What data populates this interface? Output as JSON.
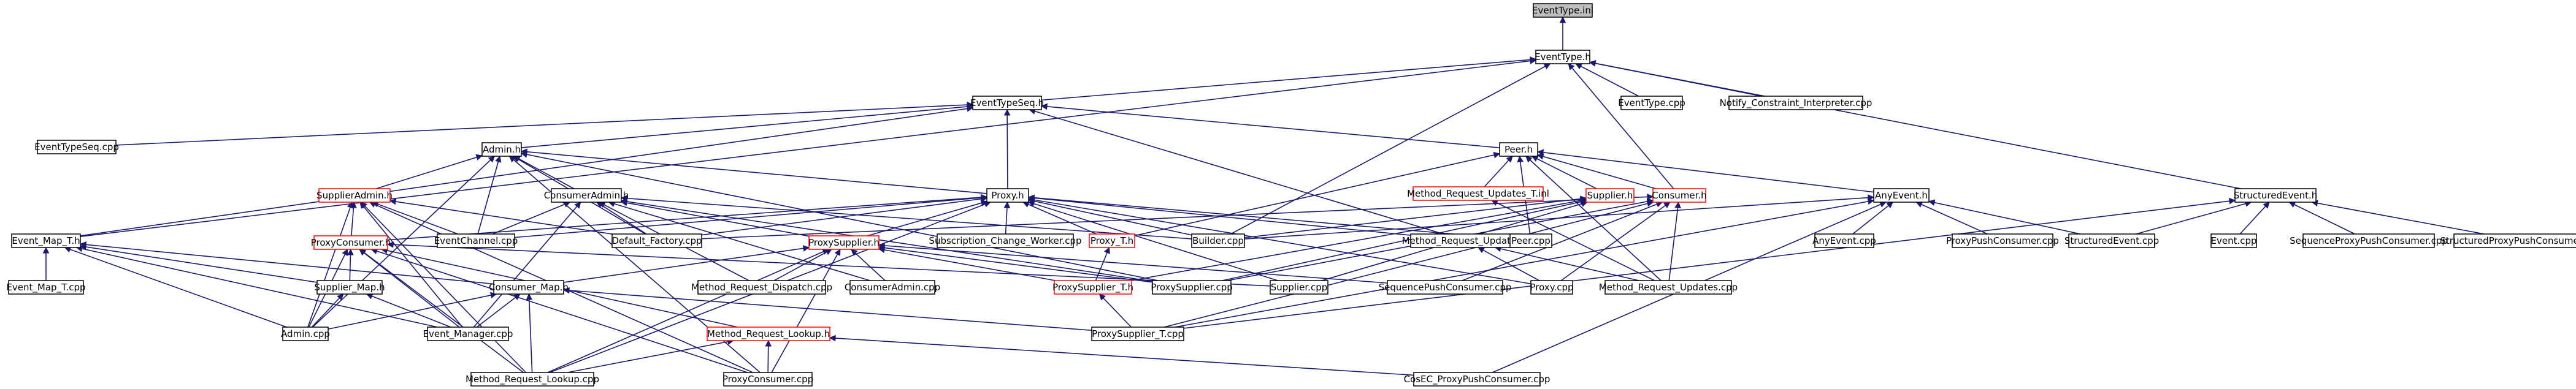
{
  "diagram": {
    "nodes": [
      {
        "id": "eventtype_inl",
        "label": "EventType.inl",
        "style": "root"
      },
      {
        "id": "eventtype_h",
        "label": "EventType.h"
      },
      {
        "id": "eventtypeseq_h",
        "label": "EventTypeSeq.h"
      },
      {
        "id": "eventtype_cpp",
        "label": "EventType.cpp"
      },
      {
        "id": "notify_cic",
        "label": "Notify_Constraint_Interpreter.cpp"
      },
      {
        "id": "eventtypeseq_cpp",
        "label": "EventTypeSeq.cpp"
      },
      {
        "id": "admin_h",
        "label": "Admin.h"
      },
      {
        "id": "peer_h",
        "label": "Peer.h"
      },
      {
        "id": "mru_t_inl",
        "label": "Method_Request_Updates_T.inl",
        "style": "incomplete"
      },
      {
        "id": "supplieradmin_h",
        "label": "SupplierAdmin.h",
        "style": "incomplete"
      },
      {
        "id": "consumeradmin_h",
        "label": "ConsumerAdmin.h"
      },
      {
        "id": "proxy_h",
        "label": "Proxy.h"
      },
      {
        "id": "supplier_h",
        "label": "Supplier.h",
        "style": "incomplete"
      },
      {
        "id": "consumer_h",
        "label": "Consumer.h",
        "style": "incomplete"
      },
      {
        "id": "anyevent_h",
        "label": "AnyEvent.h"
      },
      {
        "id": "structuredevent_h",
        "label": "StructuredEvent.h"
      },
      {
        "id": "event_map_t_h",
        "label": "Event_Map_T.h"
      },
      {
        "id": "eventchannel_cpp",
        "label": "EventChannel.cpp"
      },
      {
        "id": "default_factory_cpp",
        "label": "Default_Factory.cpp"
      },
      {
        "id": "subscription_cw_cpp",
        "label": "Subscription_Change_Worker.cpp"
      },
      {
        "id": "proxy_t_h",
        "label": "Proxy_T.h",
        "style": "incomplete"
      },
      {
        "id": "builder_cpp",
        "label": "Builder.cpp"
      },
      {
        "id": "method_request_updates_h",
        "label": "Method_Request_Updates.h"
      },
      {
        "id": "peer_cpp",
        "label": "Peer.cpp"
      },
      {
        "id": "anyevent_cpp",
        "label": "AnyEvent.cpp"
      },
      {
        "id": "proxypushconsumer_cpp",
        "label": "ProxyPushConsumer.cpp"
      },
      {
        "id": "structuredevent_cpp",
        "label": "StructuredEvent.cpp"
      },
      {
        "id": "event_cpp",
        "label": "Event.cpp"
      },
      {
        "id": "seqproxypushconsumer_cpp",
        "label": "SequenceProxyPushConsumer.cpp"
      },
      {
        "id": "structproxypushconsumer_cpp",
        "label": "StructuredProxyPushConsumer.cpp"
      },
      {
        "id": "event_map_t_cpp",
        "label": "Event_Map_T.cpp"
      },
      {
        "id": "proxyconsumer_h",
        "label": "ProxyConsumer.h",
        "style": "incomplete"
      },
      {
        "id": "proxysupplier_h",
        "label": "ProxySupplier.h",
        "style": "incomplete"
      },
      {
        "id": "supplier_map_h",
        "label": "Supplier_Map.h"
      },
      {
        "id": "consumer_map_h",
        "label": "Consumer_Map.h"
      },
      {
        "id": "method_request_dispatch_cpp",
        "label": "Method_Request_Dispatch.cpp"
      },
      {
        "id": "consumeradmin_cpp",
        "label": "ConsumerAdmin.cpp"
      },
      {
        "id": "proxysupplier_t_h",
        "label": "ProxySupplier_T.h",
        "style": "incomplete"
      },
      {
        "id": "proxysupplier_cpp",
        "label": "ProxySupplier.cpp"
      },
      {
        "id": "supplier_cpp",
        "label": "Supplier.cpp"
      },
      {
        "id": "seqpushconsumer_cpp",
        "label": "SequencePushConsumer.cpp"
      },
      {
        "id": "proxy_cpp",
        "label": "Proxy.cpp"
      },
      {
        "id": "method_request_updates_cpp",
        "label": "Method_Request_Updates.cpp"
      },
      {
        "id": "admin_cpp",
        "label": "Admin.cpp"
      },
      {
        "id": "event_manager_cpp",
        "label": "Event_Manager.cpp"
      },
      {
        "id": "method_request_lookup_h",
        "label": "Method_Request_Lookup.h",
        "style": "incomplete"
      },
      {
        "id": "proxysupplier_t_cpp",
        "label": "ProxySupplier_T.cpp"
      },
      {
        "id": "method_request_lookup_cpp",
        "label": "Method_Request_Lookup.cpp"
      },
      {
        "id": "proxyconsumer_cpp",
        "label": "ProxyConsumer.cpp"
      },
      {
        "id": "cosec_proxypushconsumer_cpp",
        "label": "CosEC_ProxyPushConsumer.cpp"
      }
    ],
    "edges": [
      [
        "eventtype_inl",
        "eventtype_h"
      ],
      [
        "eventtype_h",
        "eventtypeseq_h"
      ],
      [
        "eventtype_h",
        "eventtype_cpp"
      ],
      [
        "eventtype_h",
        "notify_cic"
      ],
      [
        "eventtype_h",
        "event_map_t_h"
      ],
      [
        "eventtype_h",
        "consumer_h"
      ],
      [
        "eventtype_h",
        "structuredevent_h"
      ],
      [
        "eventtype_h",
        "builder_cpp"
      ],
      [
        "eventtypeseq_h",
        "eventtypeseq_cpp"
      ],
      [
        "eventtypeseq_h",
        "admin_h"
      ],
      [
        "eventtypeseq_h",
        "peer_h"
      ],
      [
        "eventtypeseq_h",
        "proxy_h"
      ],
      [
        "eventtypeseq_h",
        "event_map_t_h"
      ],
      [
        "eventtypeseq_h",
        "method_request_updates_h"
      ],
      [
        "admin_h",
        "supplieradmin_h"
      ],
      [
        "admin_h",
        "consumeradmin_h"
      ],
      [
        "admin_h",
        "proxy_h"
      ],
      [
        "admin_h",
        "default_factory_cpp"
      ],
      [
        "admin_h",
        "eventchannel_cpp"
      ],
      [
        "admin_h",
        "admin_cpp"
      ],
      [
        "admin_h",
        "proxysupplier_cpp"
      ],
      [
        "admin_h",
        "proxyconsumer_cpp"
      ],
      [
        "peer_h",
        "mru_t_inl"
      ],
      [
        "peer_h",
        "supplier_h"
      ],
      [
        "peer_h",
        "consumer_h"
      ],
      [
        "peer_h",
        "peer_cpp"
      ],
      [
        "peer_h",
        "proxy_t_h"
      ],
      [
        "peer_h",
        "anyevent_h"
      ],
      [
        "peer_h",
        "method_request_updates_cpp"
      ],
      [
        "supplieradmin_h",
        "proxyconsumer_h"
      ],
      [
        "supplieradmin_h",
        "eventchannel_cpp"
      ],
      [
        "supplieradmin_h",
        "default_factory_cpp"
      ],
      [
        "supplieradmin_h",
        "admin_cpp"
      ],
      [
        "supplieradmin_h",
        "event_manager_cpp"
      ],
      [
        "supplieradmin_h",
        "method_request_lookup_cpp"
      ],
      [
        "supplieradmin_h",
        "proxyconsumer_cpp"
      ],
      [
        "consumeradmin_h",
        "eventchannel_cpp"
      ],
      [
        "consumeradmin_h",
        "default_factory_cpp"
      ],
      [
        "consumeradmin_h",
        "proxysupplier_h"
      ],
      [
        "consumeradmin_h",
        "consumeradmin_cpp"
      ],
      [
        "consumeradmin_h",
        "method_request_dispatch_cpp"
      ],
      [
        "consumeradmin_h",
        "builder_cpp"
      ],
      [
        "consumeradmin_h",
        "proxysupplier_cpp"
      ],
      [
        "consumeradmin_h",
        "event_manager_cpp"
      ],
      [
        "proxy_h",
        "proxysupplier_h"
      ],
      [
        "proxy_h",
        "proxyconsumer_h"
      ],
      [
        "proxy_h",
        "proxy_t_h"
      ],
      [
        "proxy_h",
        "subscription_cw_cpp"
      ],
      [
        "proxy_h",
        "builder_cpp"
      ],
      [
        "proxy_h",
        "method_request_updates_h"
      ],
      [
        "proxy_h",
        "proxy_cpp"
      ],
      [
        "proxy_h",
        "eventchannel_cpp"
      ],
      [
        "proxy_h",
        "default_factory_cpp"
      ],
      [
        "proxy_h",
        "peer_cpp"
      ],
      [
        "proxy_h",
        "supplier_cpp"
      ],
      [
        "proxy_h",
        "method_request_lookup_cpp"
      ],
      [
        "supplier_h",
        "supplier_cpp"
      ],
      [
        "supplier_h",
        "proxysupplier_cpp"
      ],
      [
        "supplier_h",
        "proxysupplier_t_h"
      ],
      [
        "supplier_h",
        "builder_cpp"
      ],
      [
        "consumer_h",
        "proxysupplier_cpp"
      ],
      [
        "consumer_h",
        "seqpushconsumer_cpp"
      ],
      [
        "consumer_h",
        "proxy_cpp"
      ],
      [
        "consumer_h",
        "method_request_updates_cpp"
      ],
      [
        "consumer_h",
        "proxysupplier_t_cpp"
      ],
      [
        "consumer_h",
        "default_factory_cpp"
      ],
      [
        "anyevent_h",
        "anyevent_cpp"
      ],
      [
        "anyevent_h",
        "proxypushconsumer_cpp"
      ],
      [
        "anyevent_h",
        "structuredevent_cpp"
      ],
      [
        "anyevent_h",
        "cosec_proxypushconsumer_cpp"
      ],
      [
        "anyevent_h",
        "proxysupplier_t_cpp"
      ],
      [
        "anyevent_h",
        "builder_cpp"
      ],
      [
        "structuredevent_h",
        "structuredevent_cpp"
      ],
      [
        "structuredevent_h",
        "event_cpp"
      ],
      [
        "structuredevent_h",
        "seqproxypushconsumer_cpp"
      ],
      [
        "structuredevent_h",
        "structproxypushconsumer_cpp"
      ],
      [
        "structuredevent_h",
        "proxysupplier_t_cpp"
      ],
      [
        "event_map_t_h",
        "event_map_t_cpp"
      ],
      [
        "event_map_t_h",
        "supplier_map_h"
      ],
      [
        "event_map_t_h",
        "consumer_map_h"
      ],
      [
        "event_map_t_h",
        "admin_cpp"
      ],
      [
        "event_map_t_h",
        "event_manager_cpp"
      ],
      [
        "proxyconsumer_h",
        "supplier_map_h"
      ],
      [
        "proxyconsumer_h",
        "method_request_lookup_h"
      ],
      [
        "proxyconsumer_h",
        "admin_cpp"
      ],
      [
        "proxyconsumer_h",
        "event_manager_cpp"
      ],
      [
        "proxyconsumer_h",
        "method_request_lookup_cpp"
      ],
      [
        "proxyconsumer_h",
        "proxyconsumer_cpp"
      ],
      [
        "proxyconsumer_h",
        "supplier_cpp"
      ],
      [
        "proxysupplier_h",
        "proxysupplier_t_h"
      ],
      [
        "proxysupplier_h",
        "consumer_map_h"
      ],
      [
        "proxysupplier_h",
        "method_request_dispatch_cpp"
      ],
      [
        "proxysupplier_h",
        "consumeradmin_cpp"
      ],
      [
        "proxysupplier_h",
        "proxysupplier_cpp"
      ],
      [
        "proxysupplier_h",
        "method_request_lookup_cpp"
      ],
      [
        "proxysupplier_h",
        "proxyconsumer_cpp"
      ],
      [
        "proxysupplier_h",
        "seqpushconsumer_cpp"
      ],
      [
        "proxy_t_h",
        "proxysupplier_t_h"
      ],
      [
        "proxysupplier_t_h",
        "proxysupplier_t_cpp"
      ],
      [
        "supplier_map_h",
        "admin_cpp"
      ],
      [
        "supplier_map_h",
        "event_manager_cpp"
      ],
      [
        "consumer_map_h",
        "admin_cpp"
      ],
      [
        "consumer_map_h",
        "event_manager_cpp"
      ],
      [
        "consumer_map_h",
        "method_request_lookup_cpp"
      ],
      [
        "consumer_map_h",
        "proxysupplier_t_cpp"
      ],
      [
        "method_request_lookup_h",
        "method_request_lookup_cpp"
      ],
      [
        "method_request_lookup_h",
        "proxyconsumer_cpp"
      ],
      [
        "method_request_lookup_h",
        "cosec_proxypushconsumer_cpp"
      ],
      [
        "method_request_updates_h",
        "method_request_updates_cpp"
      ],
      [
        "method_request_updates_h",
        "proxy_cpp"
      ],
      [
        "mru_t_inl",
        "method_request_updates_cpp"
      ]
    ]
  }
}
